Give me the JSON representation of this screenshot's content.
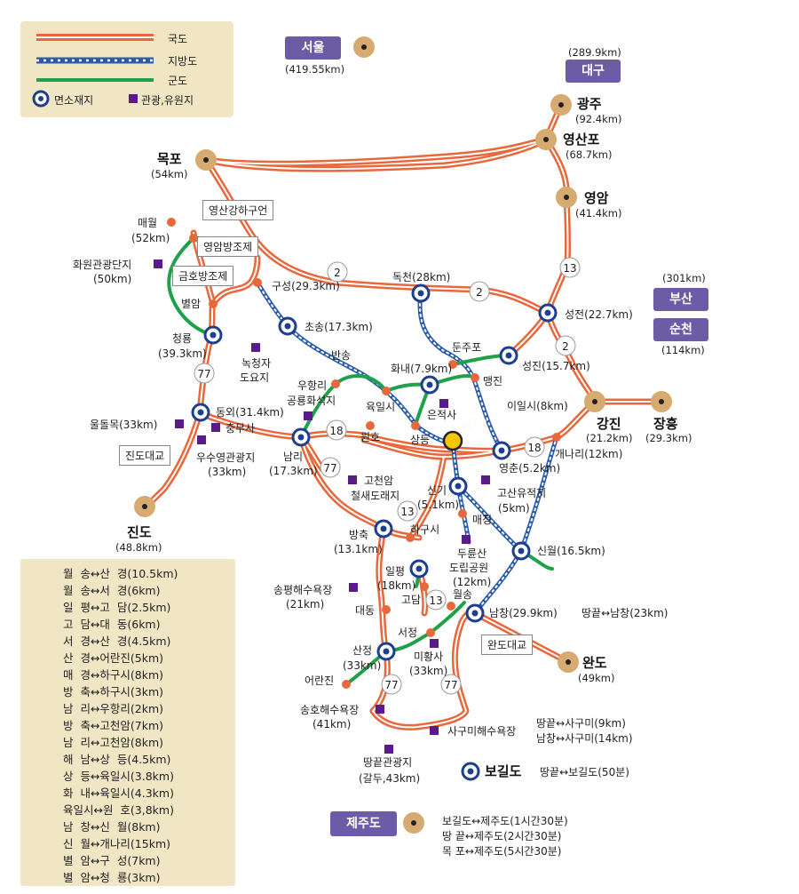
{
  "legend": {
    "national_road": "국도",
    "local_road": "지방도",
    "county_road": "군도",
    "office": "면소재지",
    "tourist": "관광,유원지"
  },
  "colors": {
    "national": "#e8683c",
    "local": "#2a5aa8",
    "county": "#1fa14a",
    "poi": "#5b1a8a",
    "pill": "#6c5ba5",
    "box_bg": "#f0e6c4",
    "haenam": "#f4c800"
  },
  "far_cities": {
    "seoul": {
      "name": "서울",
      "dist": "(419.55km)"
    },
    "daegu": {
      "name": "대구",
      "dist": "(289.9km)"
    },
    "busan": {
      "name": "부산",
      "dist": "(301km)"
    },
    "suncheon": {
      "name": "순천",
      "dist": "(114km)"
    },
    "jeju": {
      "name": "제주도"
    }
  },
  "cities": {
    "gwangju": {
      "name": "광주",
      "dist": "(92.4km)"
    },
    "yeongsanpo": {
      "name": "영산포",
      "dist": "(68.7km)"
    },
    "mokpo": {
      "name": "목포",
      "dist": "(54km)"
    },
    "yeongam": {
      "name": "영암",
      "dist": "(41.4km)"
    },
    "gangjin": {
      "name": "강진",
      "dist": "(21.2km)"
    },
    "jangheung": {
      "name": "장흥",
      "dist": "(29.3km)"
    },
    "jindo": {
      "name": "진도",
      "dist": "(48.8km)"
    },
    "wando": {
      "name": "완도",
      "dist": "(49km)"
    }
  },
  "places": {
    "haenam": "해남",
    "maewol": "매월",
    "maewol_dist": "(52km)",
    "hwawon": "화원관광단지",
    "hwawon_dist": "(50km)",
    "byeolam": "별암",
    "cheongryong": "청룡",
    "cheongryong_dist": "(39.3km)",
    "gusung": "구성(29.3km)",
    "dokcheon": "독천(28km)",
    "chosong": "초송(17.3km)",
    "seongjeon": "성전(22.7km)",
    "dunjupo": "둔주포",
    "seongjin": "성진(15.7km)",
    "maengjin": "맹진",
    "iilsi": "이일시(8km)",
    "hwanae": "화내(7.9km)",
    "bansong": "반송",
    "nokcheongja1": "녹청자",
    "nokcheongja2": "도요지",
    "uhangri1": "우항리",
    "uhangri2": "공룡화석지",
    "yugilsi": "육일시",
    "eunjeoksa": "은적사",
    "wonho": "원호",
    "sangdeung": "상등",
    "yeongchun": "영춘(5.2km)",
    "gaenari": "개나리(12km)",
    "dongoe": "동외(31.4km)",
    "uldolmok": "울돌목(33km)",
    "chungmusa": "충무사",
    "usuyeong1": "우수영관광지",
    "usuyeong2": "(33km)",
    "namri": "남리",
    "namri_dist": "(17.3km)",
    "gocheonam1": "고천암",
    "gocheonam2": "철새도래지",
    "singi": "신기",
    "singi_dist": "(5.1km)",
    "gosan1": "고산유적지",
    "gosan2": "(5km)",
    "maecheong": "매청",
    "bangchuk": "방축",
    "bangchuk_dist": "(13.1km)",
    "haguksi": "하구시",
    "duryunsan1": "두륜산",
    "duryunsan2": "도립공원",
    "duryunsan3": "(12km)",
    "sinwol": "신월(16.5km)",
    "songpyeong1": "송평해수욕장",
    "songpyeong2": "(21km)",
    "ilpyeong": "일평",
    "ilpyeong_dist": "(18km)",
    "godam": "고담",
    "daedong": "대동",
    "wolsong": "월송",
    "namchang": "남창(29.9km)",
    "ttangkkeut_namchang": "땅끝↔남창(23km)",
    "seojeong": "서정",
    "mihwangsa1": "미황사",
    "mihwangsa2": "(33km)",
    "sanjeong": "산정",
    "sanjeong_dist": "(33km)",
    "eoranjin": "어란진",
    "songho1": "송호해수욕장",
    "songho2": "(41km)",
    "sagumi": "사구미해수욕장",
    "sagumi_r1": "땅끝↔사구미(9km)",
    "sagumi_r2": "남창↔사구미(14km)",
    "ttangkkeut1": "땅끝관광지",
    "ttangkkeut2": "(갈두,43km)",
    "bogildo": "보길도",
    "bogildo_ferry": "땅끝↔보길도(50분)",
    "jeju_r1": "보길도↔제주도(1시간30분)",
    "jeju_r2": "땅  끝↔제주도(2시간30분)",
    "jeju_r3": "목  포↔제주도(5시간30분)"
  },
  "boxes": {
    "yeongsangang": "영산강하구언",
    "yeongam_bangjo": "영암방조제",
    "geumho_bangjo": "금호방조제",
    "jindo_bridge": "진도대교",
    "wando_bridge": "완도대교"
  },
  "route_numbers": {
    "r2a": "2",
    "r2b": "2",
    "r2c": "2",
    "r13a": "13",
    "r13b": "13",
    "r13c": "13",
    "r18a": "18",
    "r18b": "18",
    "r77a": "77",
    "r77b": "77",
    "r77c": "77",
    "r77d": "77"
  },
  "distance_table": [
    "월  송↔산  경(10.5km)",
    "월  송↔서  경(6km)",
    "일  평↔고  담(2.5km)",
    "고  담↔대  동(6km)",
    "서  경↔산  경(4.5km)",
    "산  경↔어란진(5km)",
    "매  경↔하구시(8km)",
    "방  축↔하구시(3km)",
    "남  리↔우항리(2km)",
    "방  축↔고천암(7km)",
    "남  리↔고천암(8km)",
    "해  남↔상  등(4.5km)",
    "상  등↔육일시(3.8km)",
    "화  내↔육일시(4.3km)",
    "육일시↔원  호(3,8km)",
    "남  창↔신  월(8km)",
    "신  월↔개나리(15km)",
    "별  암↔구  성(7km)",
    "별  암↔청  룡(3km)"
  ]
}
